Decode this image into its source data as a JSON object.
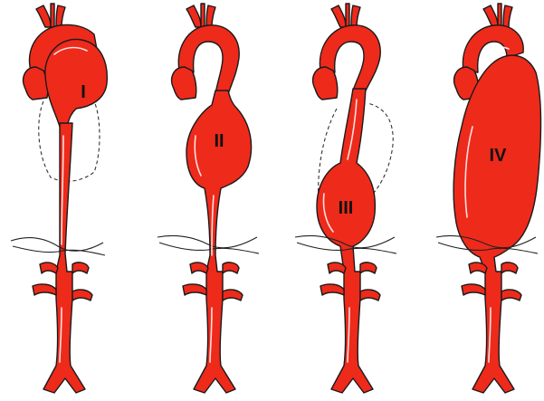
{
  "colors": {
    "vessel": "#ee2a1b",
    "outline": "#1a1a1a",
    "highlight": "#ffffff",
    "background": "#ffffff"
  },
  "aortas": [
    {
      "type": "I",
      "label": "I"
    },
    {
      "type": "II",
      "label": "II"
    },
    {
      "type": "III",
      "label": "III"
    },
    {
      "type": "IV",
      "label": "IV"
    }
  ]
}
